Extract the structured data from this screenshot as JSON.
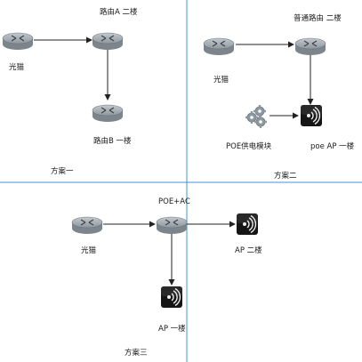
{
  "plan1": {
    "modem_label": "光猫",
    "router_a_label": "路由A 二楼",
    "router_b_label": "路由B 一楼",
    "title": "方案一"
  },
  "plan2": {
    "modem_label": "光猫",
    "router_label": "普通路由  二楼",
    "poe_module_label": "POE供电模块",
    "ap_label": "poe AP 一楼",
    "title": "方案二"
  },
  "plan3": {
    "modem_label": "光猫",
    "poe_ac_label": "POE+AC",
    "ap2_label": "AP 二楼",
    "ap1_label": "AP 一楼",
    "title": "方案三"
  },
  "colors": {
    "divider": "#4a90d9",
    "router_fill": "#a0a8b0",
    "arrow": "#222222",
    "ap_fill": "#151515"
  },
  "icons": [
    "router-icon",
    "access-point-icon",
    "gears-icon"
  ]
}
